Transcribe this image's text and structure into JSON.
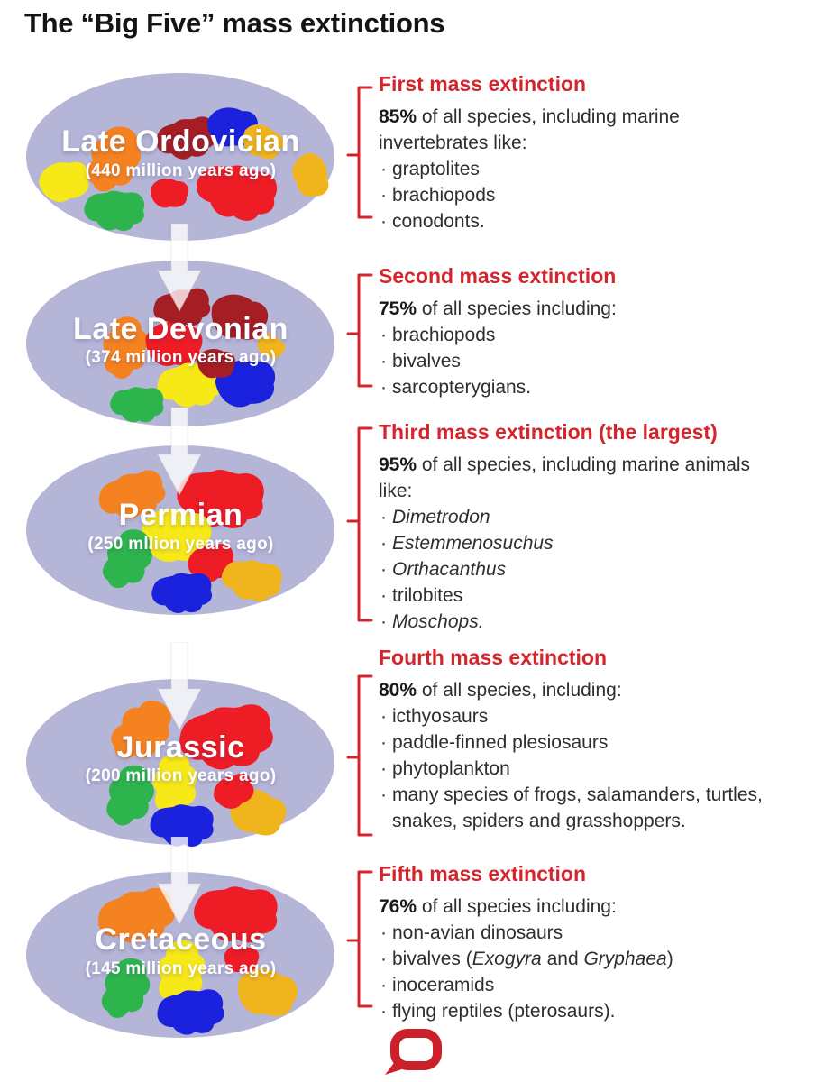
{
  "title": "The “Big Five” mass extinctions",
  "palette": {
    "accent_red": "#d5252c",
    "logo_red": "#cb1f2a",
    "oval_bg": "#b5b5d7",
    "body_text": "#2e2e2e",
    "title_text": "#141414",
    "map_red": "#ee1c25",
    "map_maroon": "#a41e24",
    "map_orange": "#f58220",
    "map_yellow": "#f7e818",
    "map_gold": "#f0b41c",
    "map_green": "#2eb44d",
    "map_blue": "#1a22dd"
  },
  "icons": {
    "between_eras": "down-arrow",
    "connector": "square-bracket",
    "footer": "speech-bubble-logo"
  },
  "eras": [
    {
      "name": "Late Ordovician",
      "age": "(440 million years ago)",
      "heading": "First mass extinction",
      "pct": "85%",
      "lead": " of all species, including marine invertebrates like:",
      "bullets": [
        [
          {
            "t": "graptolites"
          }
        ],
        [
          {
            "t": "brachiopods"
          }
        ],
        [
          {
            "t": "conodonts."
          }
        ]
      ]
    },
    {
      "name": "Late Devonian",
      "age": "(374 million years ago)",
      "heading": "Second mass extinction",
      "pct": "75%",
      "lead": " of all species including:",
      "bullets": [
        [
          {
            "t": "brachiopods"
          }
        ],
        [
          {
            "t": "bivalves"
          }
        ],
        [
          {
            "t": "sarcopterygians."
          }
        ]
      ]
    },
    {
      "name": "Permian",
      "age": "(250 mllion years ago)",
      "heading": "Third mass extinction (the largest)",
      "pct": "95%",
      "lead": " of all species, including marine animals like:",
      "bullets": [
        [
          {
            "t": "Dimetrodon",
            "i": true
          }
        ],
        [
          {
            "t": "Estemmenosuchus",
            "i": true
          }
        ],
        [
          {
            "t": "Orthacanthus",
            "i": true
          }
        ],
        [
          {
            "t": "trilobites"
          }
        ],
        [
          {
            "t": "Moschops.",
            "i": true
          }
        ]
      ]
    },
    {
      "name": "Jurassic",
      "age": "(200 million years ago)",
      "heading": "Fourth mass extinction",
      "pct": "80%",
      "lead": " of all species, including:",
      "bullets": [
        [
          {
            "t": "icthyosaurs"
          }
        ],
        [
          {
            "t": "paddle-finned plesiosaurs"
          }
        ],
        [
          {
            "t": "phytoplankton"
          }
        ],
        [
          {
            "t": "many species of frogs, salamanders, turtles, snakes, spiders and grasshoppers."
          }
        ]
      ]
    },
    {
      "name": "Cretaceous",
      "age": "(145 million years ago)",
      "heading": "Fifth mass extinction",
      "pct": "76%",
      "lead": " of all species including:",
      "bullets": [
        [
          {
            "t": "non-avian dinosaurs"
          }
        ],
        [
          {
            "t": "bivalves ("
          },
          {
            "t": "Exogyra",
            "i": true
          },
          {
            "t": " and "
          },
          {
            "t": "Gryphaea",
            "i": true
          },
          {
            "t": ")"
          }
        ],
        [
          {
            "t": "inoceramids"
          }
        ],
        [
          {
            "t": "flying reptiles (pterosaurs)."
          }
        ]
      ]
    }
  ]
}
